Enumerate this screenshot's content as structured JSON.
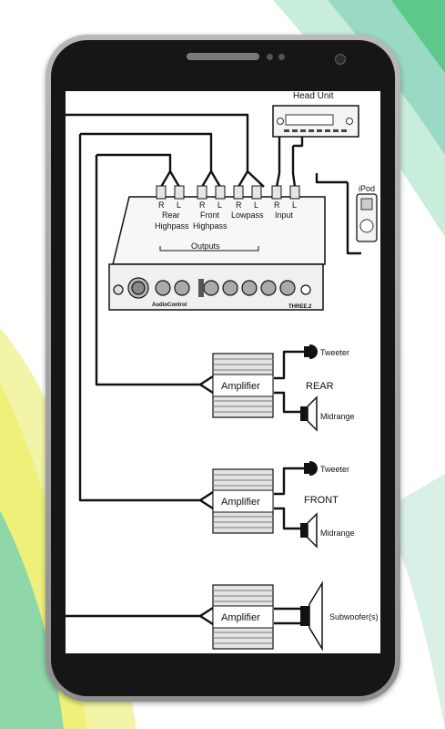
{
  "diagram": {
    "head_unit": "Head Unit",
    "ipod": "iPod",
    "processor": {
      "ch_r": "R",
      "ch_l": "L",
      "group_rear": "Rear",
      "group_rear_sub": "Highpass",
      "group_front": "Front",
      "group_front_sub": "Highpass",
      "group_lowpass": "Lowpass",
      "group_input": "Input",
      "outputs": "Outputs",
      "brand": "AudioControl",
      "model": "THREE.2"
    },
    "amplifier_label": "Amplifier",
    "rear_label": "REAR",
    "front_label": "FRONT",
    "tweeter": "Tweeter",
    "midrange": "Midrange",
    "subwoofer": "Subwoofer(s)"
  },
  "colors": {
    "accent_green": "#5cc98a",
    "accent_yellow": "#eef07a",
    "accent_teal": "#9ad9c4"
  }
}
